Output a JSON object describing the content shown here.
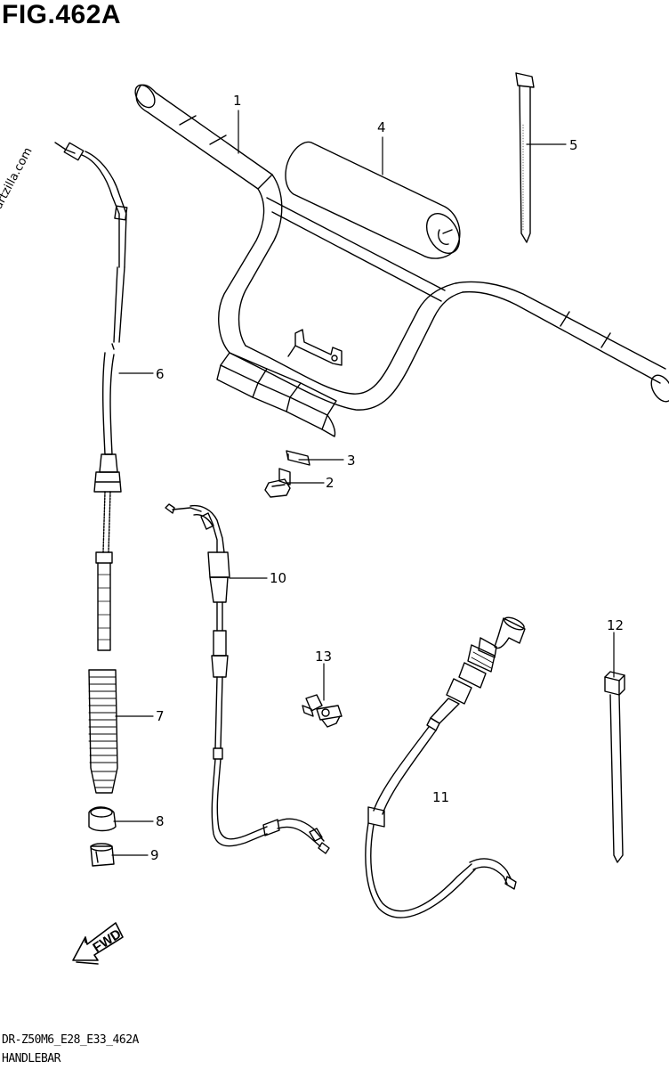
{
  "figure": {
    "title": "FIG.462A",
    "watermark": "©Partzilla.com",
    "code": "DR-Z50M6_E28_E33_462A",
    "name": "HANDLEBAR",
    "direction_label": "FWD"
  },
  "callouts": [
    {
      "id": "1",
      "text": "1"
    },
    {
      "id": "2",
      "text": "2"
    },
    {
      "id": "3",
      "text": "3"
    },
    {
      "id": "4",
      "text": "4"
    },
    {
      "id": "5",
      "text": "5"
    },
    {
      "id": "6",
      "text": "6"
    },
    {
      "id": "7",
      "text": "7"
    },
    {
      "id": "8",
      "text": "8"
    },
    {
      "id": "9",
      "text": "9"
    },
    {
      "id": "10",
      "text": "10"
    },
    {
      "id": "11",
      "text": "11"
    },
    {
      "id": "12",
      "text": "12"
    },
    {
      "id": "13",
      "text": "13"
    }
  ]
}
